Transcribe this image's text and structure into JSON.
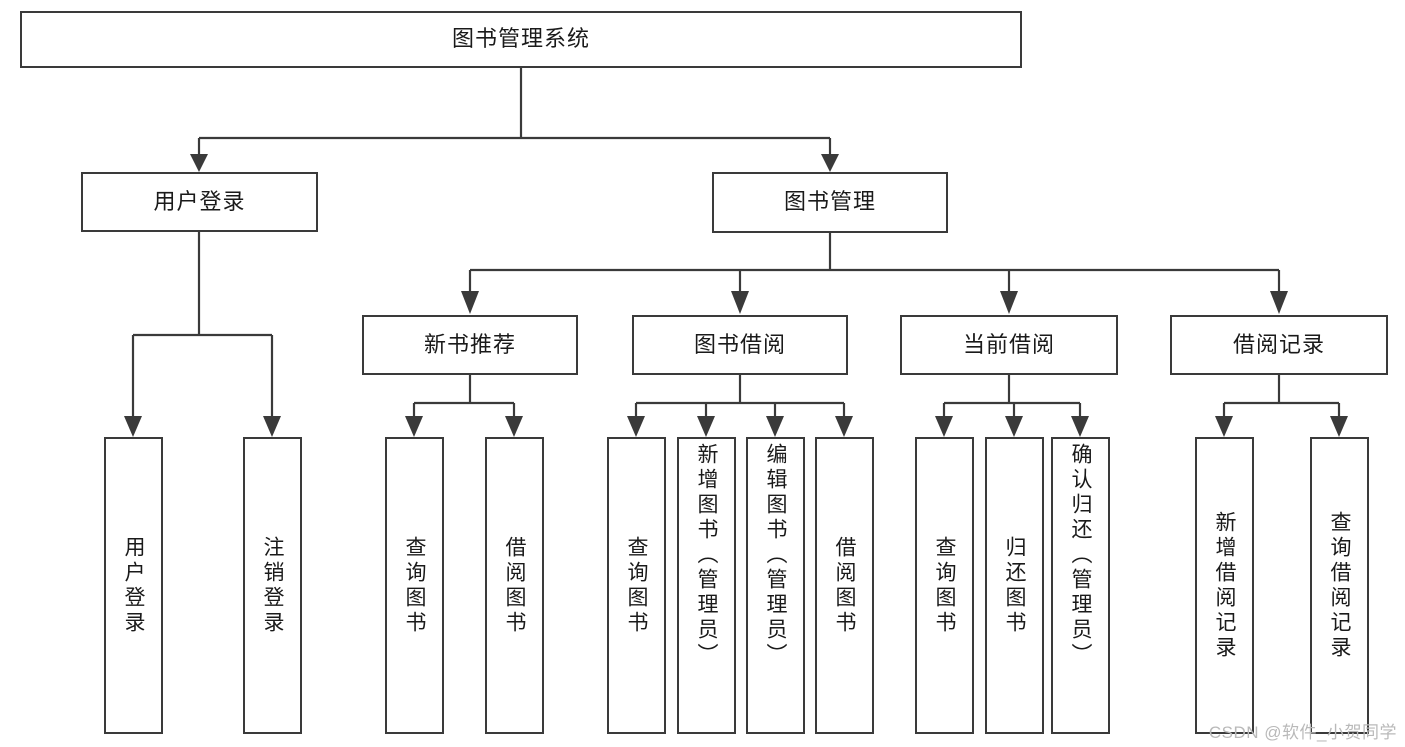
{
  "diagram": {
    "title": "图书管理系统",
    "type": "tree-hierarchy-diagram",
    "root": {
      "label": "图书管理系统"
    },
    "level1": [
      {
        "label": "用户登录"
      },
      {
        "label": "图书管理"
      }
    ],
    "level2": [
      {
        "label": "新书推荐"
      },
      {
        "label": "图书借阅"
      },
      {
        "label": "当前借阅"
      },
      {
        "label": "借阅记录"
      }
    ],
    "leaves": {
      "user_login": [
        {
          "label": "用户登录"
        },
        {
          "label": "注销登录"
        }
      ],
      "new_book_recommend": [
        {
          "label": "查询图书"
        },
        {
          "label": "借阅图书"
        }
      ],
      "book_borrow": [
        {
          "label": "查询图书"
        },
        {
          "label": "新增图书（管理员）"
        },
        {
          "label": "编辑图书（管理员）"
        },
        {
          "label": "借阅图书"
        }
      ],
      "current_borrow": [
        {
          "label": "查询图书"
        },
        {
          "label": "归还图书"
        },
        {
          "label": "确认归还（管理员）"
        }
      ],
      "borrow_record": [
        {
          "label": "新增借阅记录"
        },
        {
          "label": "查询借阅记录"
        }
      ]
    }
  },
  "watermark": {
    "text": "CSDN @软件_小贺同学"
  },
  "colors": {
    "stroke": "#3a3a3a",
    "background": "#ffffff",
    "text": "#1a1a1a",
    "watermark": "#b9b9b9"
  }
}
